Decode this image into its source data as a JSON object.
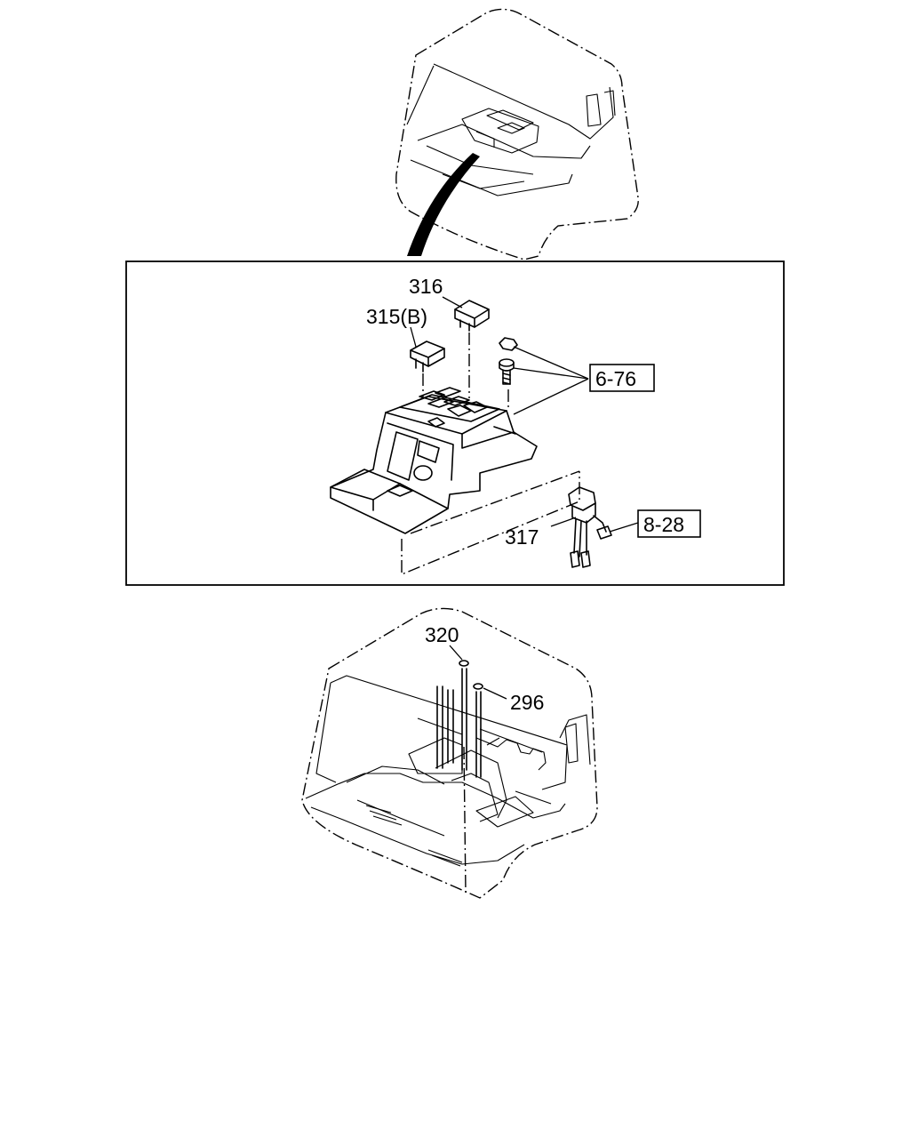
{
  "callouts": {
    "p316": "316",
    "p315b": "315(B)",
    "p317": "317",
    "p320": "320",
    "p296": "296"
  },
  "references": {
    "r676": "6-76",
    "r828": "8-28"
  }
}
